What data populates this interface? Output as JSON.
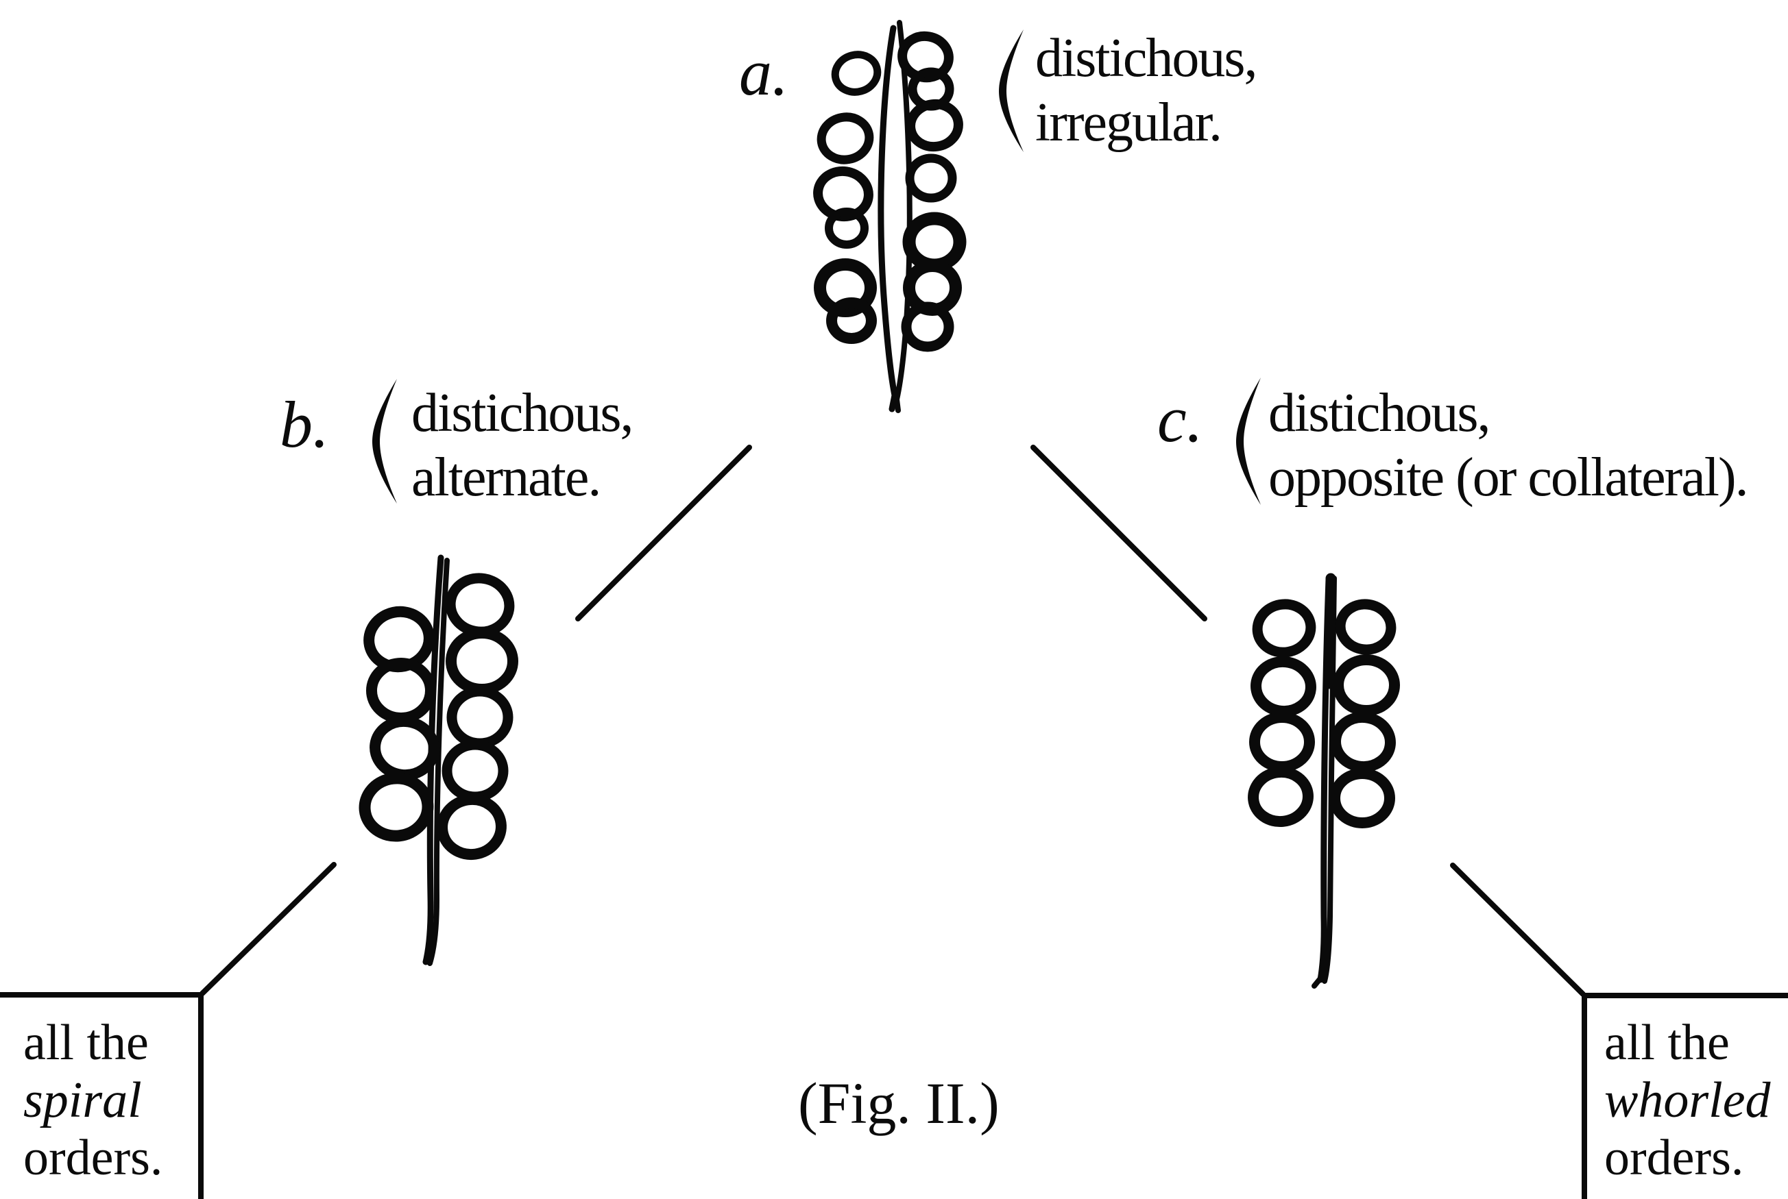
{
  "figure": {
    "caption": "(Fig. II.)",
    "nodes": [
      {
        "id": "a",
        "label": "a.",
        "desc_line1": "distichous,",
        "desc_line2": "irregular."
      },
      {
        "id": "b",
        "label": "b.",
        "desc_line1": "distichous,",
        "desc_line2": "alternate."
      },
      {
        "id": "c",
        "label": "c.",
        "desc_line1": "distichous,",
        "desc_line2": "opposite (or collateral)."
      }
    ],
    "boxes": [
      {
        "id": "spiral",
        "lines": [
          "all the",
          "spiral",
          "orders."
        ]
      },
      {
        "id": "whorled",
        "lines": [
          "all the",
          "whorled",
          "orders."
        ]
      }
    ],
    "colors": {
      "ink": "#0b0b0b",
      "background": "#ffffff"
    }
  }
}
